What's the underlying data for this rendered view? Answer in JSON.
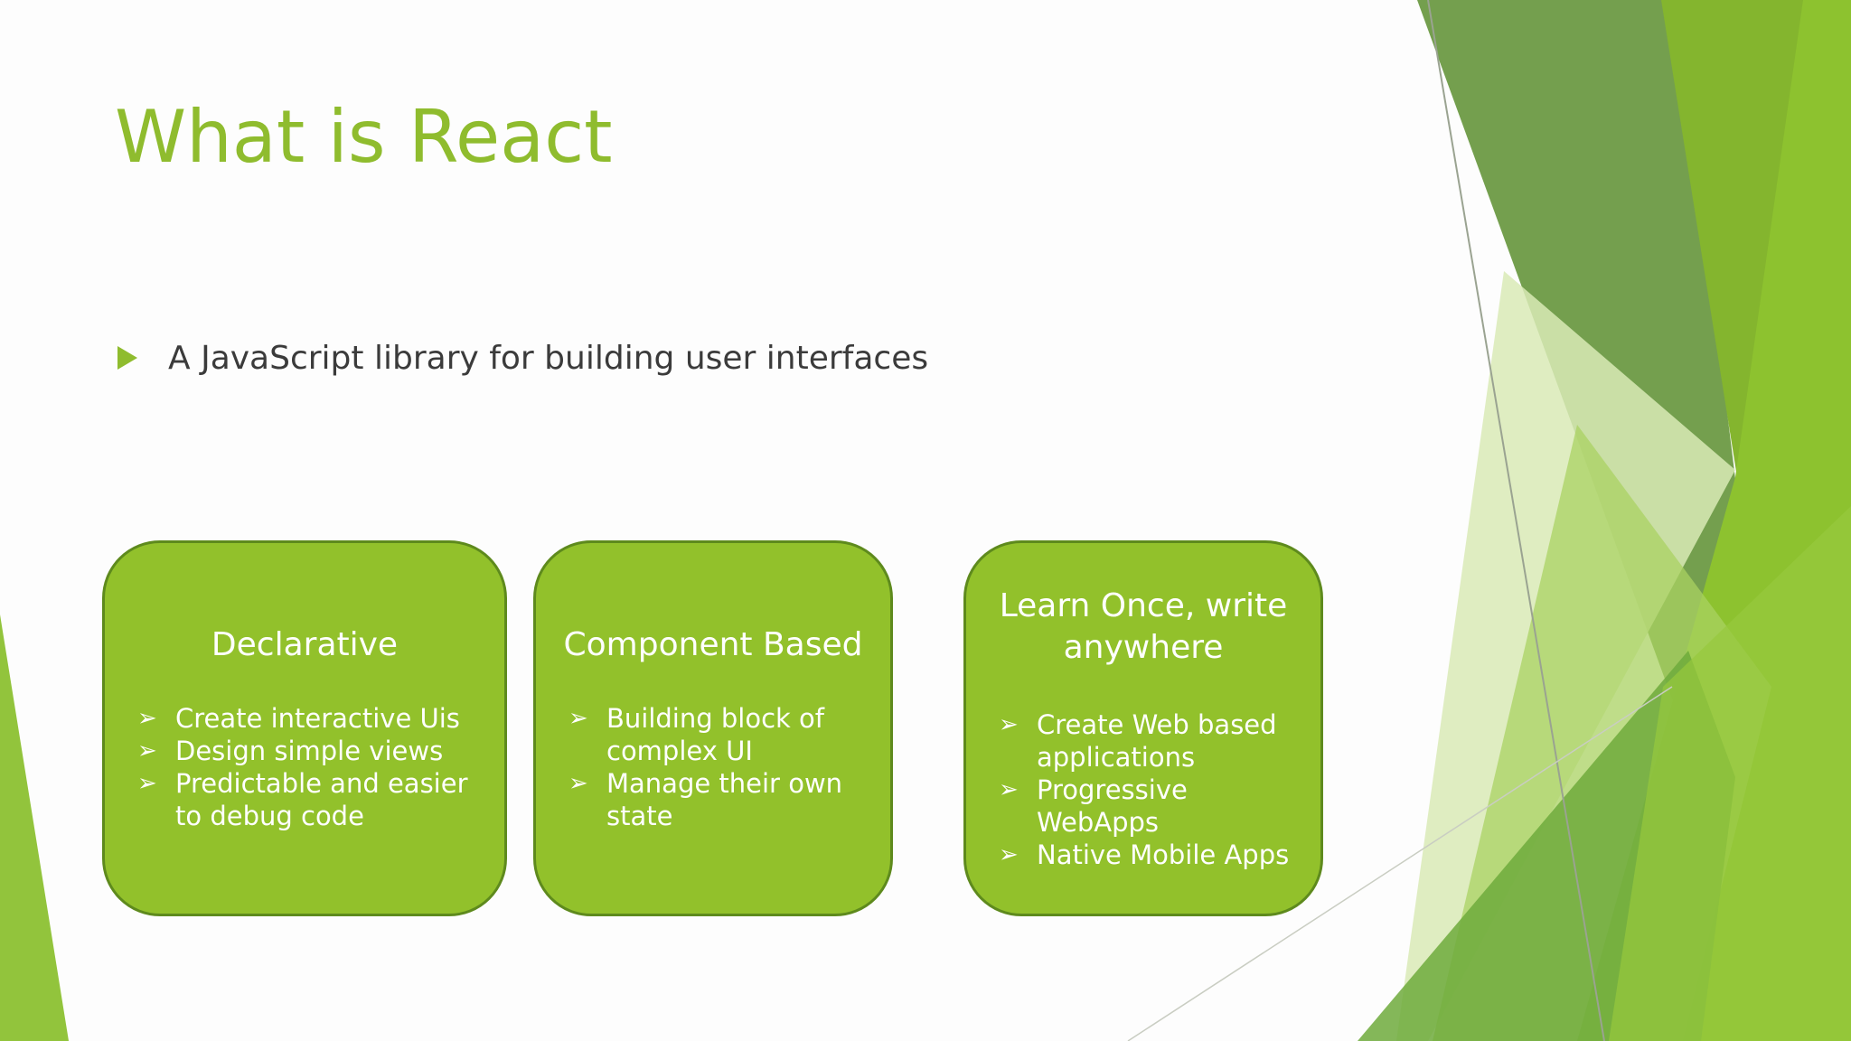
{
  "slide": {
    "title": "What is React",
    "bullet": "A JavaScript library for building user interfaces"
  },
  "cards": [
    {
      "title": "Declarative",
      "items": [
        "Create interactive Uis",
        "Design simple views",
        "Predictable and easier to debug code"
      ]
    },
    {
      "title": "Component Based",
      "items": [
        "Building block of complex UI",
        "Manage their own state"
      ]
    },
    {
      "title": "Learn Once, write anywhere",
      "items": [
        "Create Web based applications",
        "Progressive WebApps",
        "Native Mobile Apps"
      ]
    }
  ],
  "colors": {
    "accent": "#8fbc2e",
    "card_fill": "#92c12b",
    "card_border": "#5e8a1d",
    "text_dark": "#3b3b3b"
  },
  "icons": {
    "bullet": "triangle-bullet-icon",
    "list_marker": "arrowhead-check-icon"
  }
}
